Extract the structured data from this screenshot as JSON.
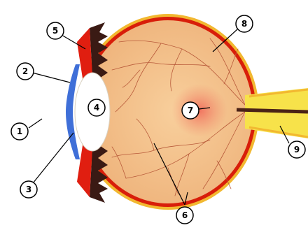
{
  "callouts": [
    {
      "id": "c1",
      "label": "1"
    },
    {
      "id": "c2",
      "label": "2"
    },
    {
      "id": "c3",
      "label": "3"
    },
    {
      "id": "c4",
      "label": "4"
    },
    {
      "id": "c5",
      "label": "5"
    },
    {
      "id": "c6",
      "label": "6"
    },
    {
      "id": "c7",
      "label": "7"
    },
    {
      "id": "c8",
      "label": "8"
    },
    {
      "id": "c9",
      "label": "9"
    }
  ],
  "colors": {
    "vitreous": "#f4c48c",
    "vessel": "#b85a3a",
    "retina_edge": "#d81e0a",
    "sclera": "#f2b830",
    "iris": "#3f6fd8",
    "lens": "#ffffff",
    "ciliary": "#e01e10",
    "optic_nerve": "#f7e24a",
    "cornea": "#c8dcec"
  }
}
